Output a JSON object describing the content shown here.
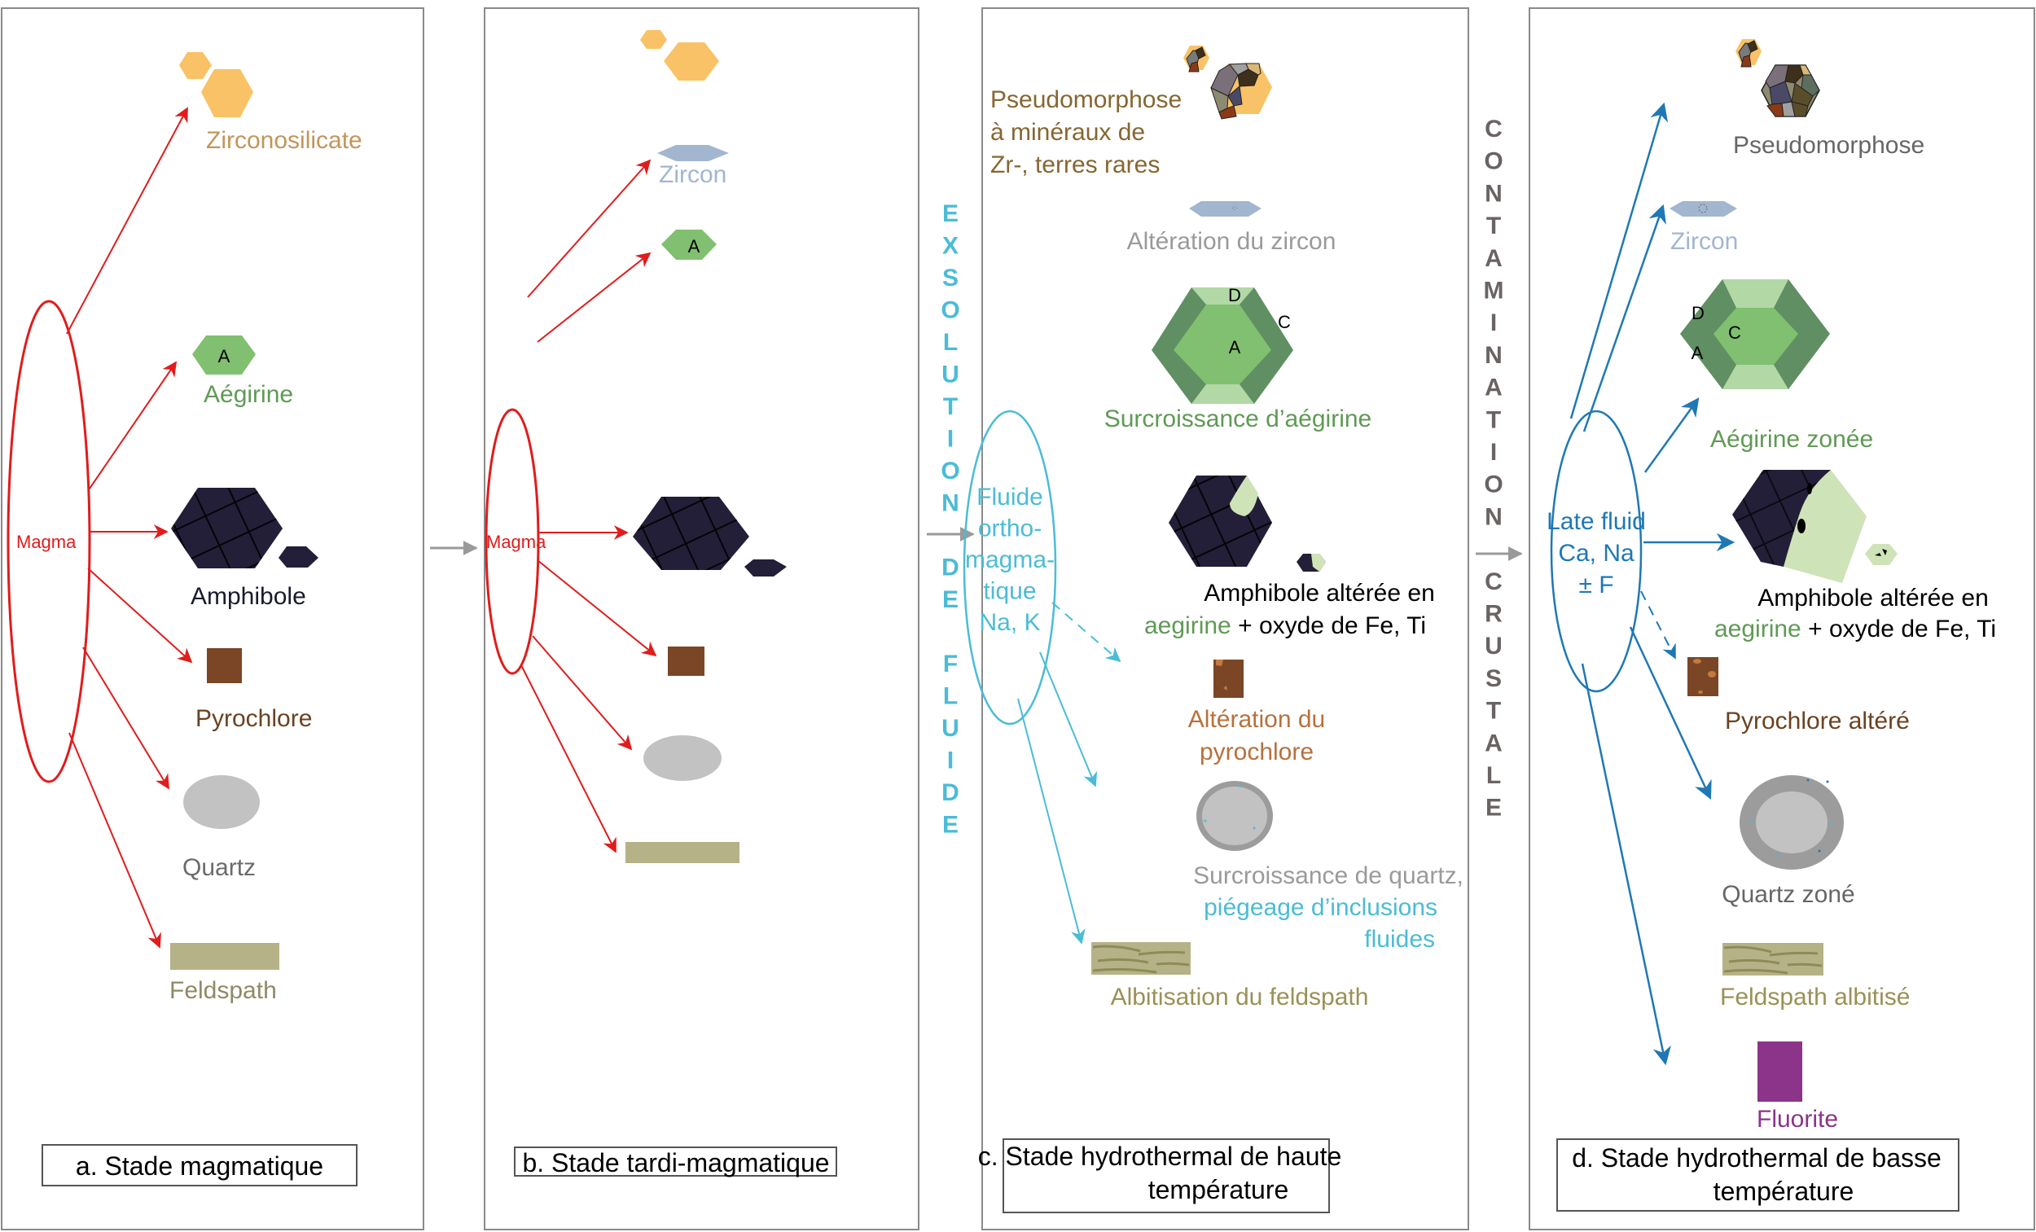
{
  "colors": {
    "magma_red": "#e01c1c",
    "fluid_cyan": "#4bbcd6",
    "late_fluid_blue": "#1f78b4",
    "transition_gray": "#9a9a9a",
    "zirconosilicate": "#f9c266",
    "zircon": "#a2b6d0",
    "aegirine": "#80c070",
    "aegirine_dark": "#5f8f62",
    "aegirine_light": "#b2d8a6",
    "amphibole": "#231f38",
    "amphibole_alt": "#cfe3b8",
    "pyrochlore": "#7a4626",
    "pyrochlore_spot": "#c47a3e",
    "quartz": "#c2c2c2",
    "quartz_rim": "#9c9c9c",
    "feldspath": "#b6b287",
    "feldspath_streak": "#8f8a57",
    "fluorite": "#8b3489"
  },
  "transitions": {
    "ab": {
      "label": ""
    },
    "bc": {
      "label": "EXSOLUTION DE FLUIDE",
      "letters": [
        "E",
        "X",
        "S",
        "O",
        "L",
        "U",
        "T",
        "I",
        "O",
        "N",
        "",
        "D",
        "E",
        "",
        "F",
        "L",
        "U",
        "I",
        "D",
        "E"
      ]
    },
    "cd": {
      "label": "CONTAMINATION CRUSTALE",
      "letters": [
        "C",
        "O",
        "N",
        "T",
        "A",
        "M",
        "I",
        "N",
        "A",
        "T",
        "I",
        "O",
        "N",
        "",
        "C",
        "R",
        "U",
        "S",
        "T",
        "A",
        "L",
        "E"
      ]
    }
  },
  "panels": {
    "a": {
      "caption": "a. Stade magmatique",
      "source_label": "Magma",
      "minerals": {
        "zirconosilicate": "Zirconosilicate",
        "aegirine": "Aégirine",
        "aegirine_core": "A",
        "amphibole": "Amphibole",
        "pyrochlore": "Pyrochlore",
        "quartz": "Quartz",
        "feldspath": "Feldspath"
      }
    },
    "b": {
      "caption": "b. Stade tardi-magmatique",
      "source_label": "Magma",
      "minerals": {
        "zircon": "Zircon",
        "aegirine_core": "A"
      }
    },
    "c": {
      "caption_line1": "c. Stade hydrothermal de haute",
      "caption_line2": "température",
      "source_label": [
        "Fluide",
        "ortho-",
        "magma-",
        "tique",
        "Na, K"
      ],
      "minerals": {
        "pseudomorphose": [
          "Pseudomorphose",
          "à minéraux de",
          "Zr-, terres rares"
        ],
        "zircon": "Altération du zircon",
        "aegirine": "Surcroissance d’aégirine",
        "zone_a": "A",
        "zone_c": "C",
        "zone_d": "D",
        "amphibole_line1": "Amphibole altérée en",
        "amphibole_aeg": "aegirine",
        "amphibole_rest": " + oxyde de Fe, Ti",
        "pyrochlore": [
          "Altération du",
          "pyrochlore"
        ],
        "quartz_line1": "Surcroissance de quartz,",
        "quartz_line2": "piégeage d’inclusions",
        "quartz_line3": "fluides",
        "feldspath": "Albitisation du feldspath"
      }
    },
    "d": {
      "caption_line1": "d. Stade hydrothermal de basse",
      "caption_line2": "température",
      "source_label": [
        "Late fluid",
        "Ca, Na",
        "± F"
      ],
      "minerals": {
        "pseudomorphose": "Pseudomorphose",
        "zircon": "Zircon",
        "aegirine": "Aégirine zonée",
        "zone_a": "A",
        "zone_c": "C",
        "zone_d": "D",
        "amphibole_line1": "Amphibole altérée en",
        "amphibole_aeg": "aegirine",
        "amphibole_rest": " + oxyde de Fe, Ti",
        "pyrochlore": "Pyrochlore altéré",
        "quartz": "Quartz zoné",
        "feldspath": "Feldspath albitisé",
        "fluorite": "Fluorite"
      }
    }
  }
}
